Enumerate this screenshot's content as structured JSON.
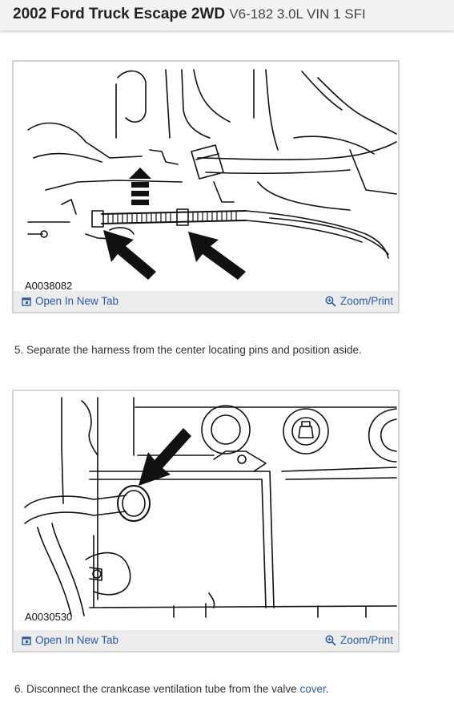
{
  "header": {
    "title_bold": "2002 Ford Truck Escape 2WD",
    "title_rest": "V6-182 3.0L VIN 1 SFI"
  },
  "figures": [
    {
      "figure_id_label": "A0038082",
      "open_label": "Open In New Tab",
      "zoom_label": "Zoom/Print"
    },
    {
      "figure_id_label": "A0030530",
      "open_label": "Open In New Tab",
      "zoom_label": "Zoom/Print"
    }
  ],
  "steps": [
    {
      "text": "5. Separate the harness from the center locating pins and position aside."
    },
    {
      "text_before": "6. Disconnect the crankcase ventilation tube from the valve ",
      "link_text": "cover",
      "text_after": "."
    }
  ],
  "colors": {
    "link": "#2a5aa6",
    "toolbar_bg": "#ececec",
    "header_bg": "#f3f3f3"
  }
}
